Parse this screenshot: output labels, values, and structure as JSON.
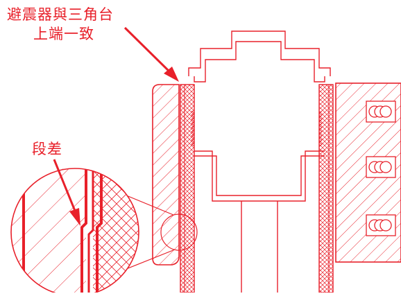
{
  "annotations": {
    "flush_line1": "避震器與三角台",
    "flush_line2": "上端一致",
    "step": "段差"
  },
  "colors": {
    "stroke": "#e8202a",
    "hatch": "#e8202a",
    "background": "#ffffff"
  }
}
